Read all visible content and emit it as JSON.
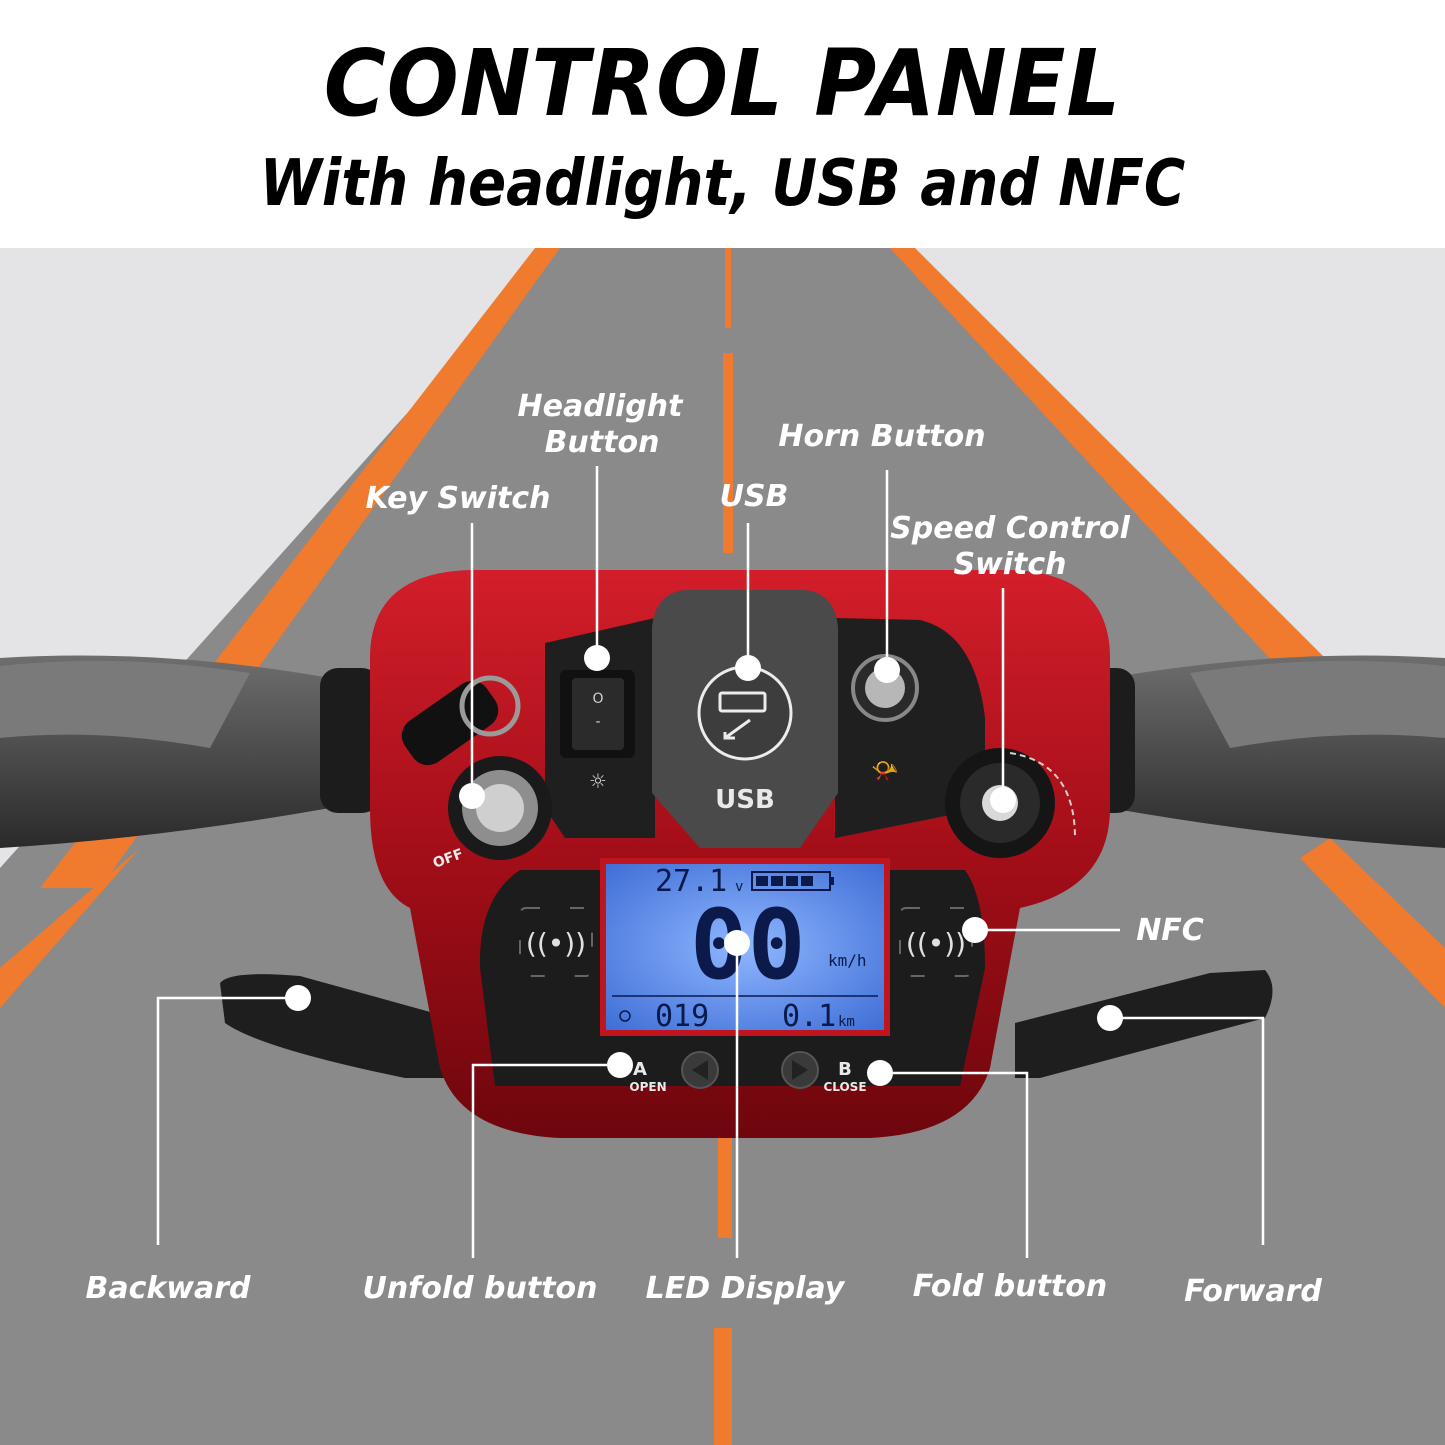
{
  "header": {
    "title": "CONTROL PANEL",
    "subtitle": "With headlight, USB and NFC"
  },
  "labels": {
    "headlight_line1": "Headlight",
    "headlight_line2": "Button",
    "horn": "Horn Button",
    "key_switch": "Key Switch",
    "usb": "USB",
    "speed_line1": "Speed Control",
    "speed_line2": "Switch",
    "nfc": "NFC",
    "backward": "Backward",
    "unfold": "Unfold button",
    "led": "LED Display",
    "fold": "Fold button",
    "forward": "Forward"
  },
  "device": {
    "usb_text": "USB",
    "key_off": "OFF",
    "button_a": "A",
    "button_a_sub": "OPEN",
    "button_b": "B",
    "button_b_sub": "CLOSE"
  },
  "lcd": {
    "voltage": "27.1",
    "voltage_unit": "v",
    "speed": "00",
    "speed_unit": "km/h",
    "trip": "019",
    "odo": "0.1",
    "odo_unit": "km"
  },
  "colors": {
    "road": "#8a8a8a",
    "sky": "#e4e4e6",
    "stripe": "#f07a2e",
    "body": "#b0121c",
    "lcd": "#4f7ee0"
  }
}
